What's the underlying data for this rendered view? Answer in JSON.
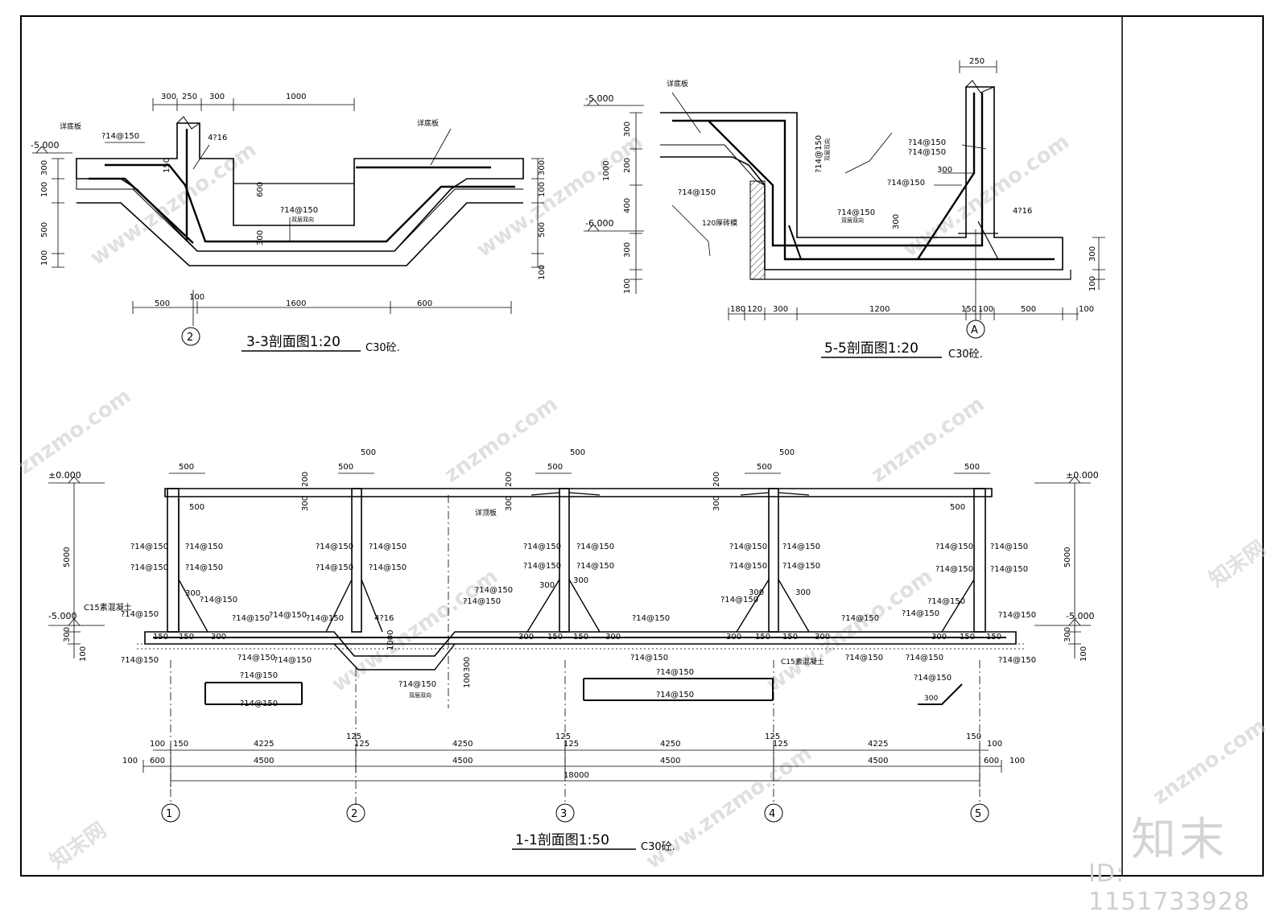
{
  "sections": [
    {
      "title": "3-3剖面图1:20",
      "note": "C30砼."
    },
    {
      "title": "5-5剖面图1:20",
      "note": "C30砼."
    },
    {
      "title": "1-1剖面图1:50",
      "note": "C30砼."
    }
  ],
  "s33": {
    "top_dims": [
      "300",
      "250",
      "300",
      "1000"
    ],
    "bottom_dims": [
      "500",
      "1600",
      "600"
    ],
    "axis_dim": "100",
    "left_dims": [
      "300",
      "100",
      "500",
      "100"
    ],
    "right_dims": [
      "300",
      "100",
      "500",
      "100"
    ],
    "left_level": "-5.000",
    "axis_label": "2",
    "inner_dims": [
      "150",
      "600",
      "300"
    ],
    "rebar": [
      "?14@150",
      "4?16",
      "?14@150"
    ],
    "labels": [
      "详底板",
      "详底板",
      "双层双向"
    ]
  },
  "s55": {
    "top_dim": "250",
    "left_dims": [
      "300",
      "200",
      "1000",
      "400",
      "300",
      "100"
    ],
    "levels": [
      "-5.000",
      "-6.000"
    ],
    "bottom_dims": [
      "180",
      "120",
      "300",
      "1200",
      "150",
      "100",
      "500",
      "100"
    ],
    "right_dims": [
      "300",
      "100"
    ],
    "axis_label": "A",
    "rebar": [
      "?14@150",
      "?14@150",
      "?14@150",
      "?14@150",
      "?14@150",
      "?14@150",
      "4?16"
    ],
    "labels": [
      "详底板",
      "120厚砖模",
      "双层双向",
      "双层双向"
    ],
    "inner_dims": [
      "300",
      "300"
    ]
  },
  "s11": {
    "levels": [
      "±0.000",
      "-5.000",
      "±0.000",
      "-5.000"
    ],
    "left_dims": [
      "5000",
      "300",
      "100"
    ],
    "right_dims": [
      "5000",
      "300",
      "100"
    ],
    "top_500": "500",
    "top_200": "200",
    "top_300": "300",
    "wall_rebar": "?14@150",
    "slab_rebar": "?14@150",
    "pit_rebar": "4?16",
    "pit_dims": [
      "1000",
      "300",
      "100"
    ],
    "labels": [
      "C15素混凝土",
      "详顶板",
      "C15素混凝土",
      "双层双向"
    ],
    "corner_dims": [
      "300",
      "150"
    ],
    "dim_row1": [
      "100",
      "150",
      "4225",
      "125",
      "125",
      "4250",
      "125",
      "125",
      "4250",
      "125",
      "125",
      "4225",
      "150",
      "100"
    ],
    "dim_row2": [
      "100",
      "600",
      "4500",
      "4500",
      "4500",
      "4500",
      "600",
      "100"
    ],
    "total": "18000",
    "axes": [
      "1",
      "2",
      "3",
      "4",
      "5"
    ]
  },
  "watermark": {
    "text": "znzmo.com",
    "text2": "www.znzmo.com",
    "text3": "知末网"
  },
  "brand": "知末",
  "id_text": "ID: 1151733928"
}
